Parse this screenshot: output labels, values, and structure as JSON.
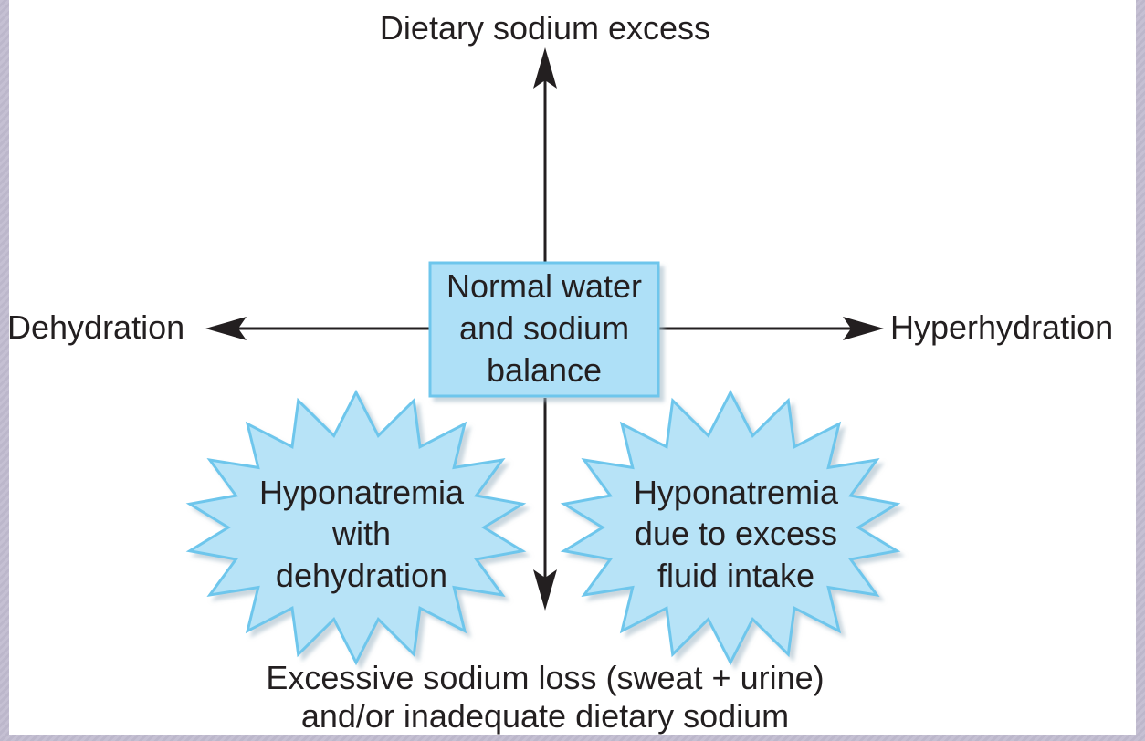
{
  "colors": {
    "box_fill": "#aee0f7",
    "box_stroke": "#6ec6ec",
    "burst_fill": "#b7e3f7",
    "burst_stroke": "#6ec6ec",
    "arrow": "#231f20",
    "text": "#231f20"
  },
  "axes": {
    "top": "Dietary sodium excess",
    "left": "Dehydration",
    "right": "Hyperhydration",
    "bottom_line1": "Excessive sodium loss (sweat + urine)",
    "bottom_line2": "and/or inadequate dietary sodium"
  },
  "center_box": {
    "line1": "Normal water",
    "line2": "and sodium",
    "line3": "balance"
  },
  "burst_left": {
    "line1": "Hyponatremia",
    "line2": "with",
    "line3": "dehydration"
  },
  "burst_right": {
    "line1": "Hyponatremia",
    "line2": "due to excess",
    "line3": "fluid intake"
  }
}
